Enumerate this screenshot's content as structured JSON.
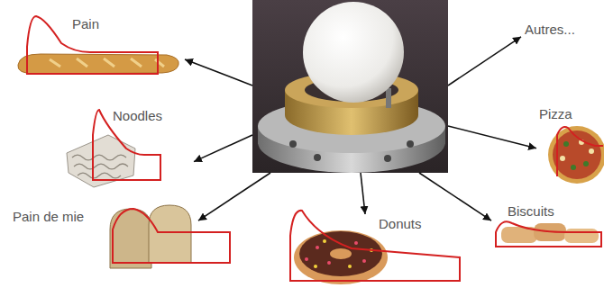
{
  "diagram": {
    "nodes": [
      {
        "text": []
      },
      {
        "text": [
          "Pain"
        ]
      },
      {
        "text": [
          "Autres..."
        ]
      },
      {
        "text": [
          "Noodles"
        ]
      },
      {
        "text": [
          "Pizza"
        ]
      },
      {
        "text": [
          "Pain de mie"
        ]
      },
      {
        "text": [
          "Donuts"
        ]
      },
      {
        "text": [
          "Biscuits"
        ]
      }
    ],
    "edges": [
      {
        "from": 0,
        "to": 1,
        "arrow": "to"
      },
      {
        "from": 0,
        "to": 2,
        "arrow": "to"
      },
      {
        "from": 0,
        "to": 3,
        "arrow": "to"
      },
      {
        "from": 0,
        "to": 4,
        "arrow": "to"
      },
      {
        "from": 0,
        "to": 5,
        "arrow": "to"
      },
      {
        "from": 0,
        "to": 6,
        "arrow": "to"
      },
      {
        "from": 0,
        "to": 7,
        "arrow": "to"
      }
    ]
  }
}
